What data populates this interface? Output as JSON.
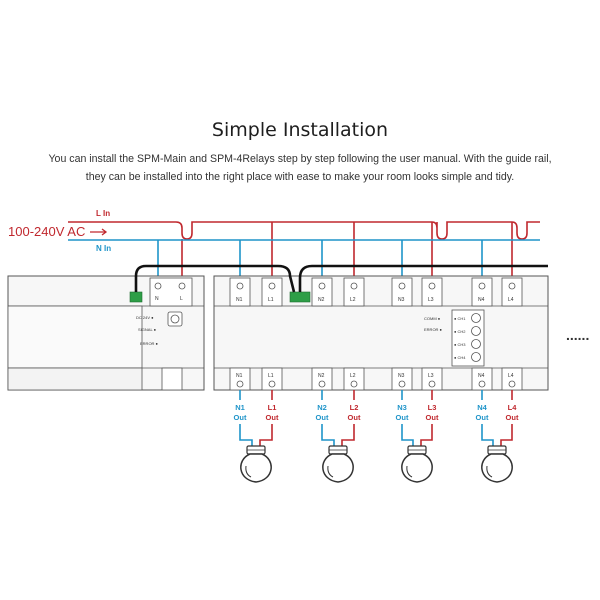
{
  "title": "Simple Installation",
  "description_line1": "You can install the SPM-Main and SPM-4Relays step by step following the user manual. With the guide rail,",
  "description_line2": "they can be installed into the right place with ease to make your room looks simple and tidy.",
  "supply": {
    "voltage": "100-240V AC",
    "live_label": "L In",
    "neutral_label": "N In"
  },
  "colors": {
    "live": "#c0282e",
    "neutral": "#1e94c9",
    "bus": "#111111",
    "device_stroke": "#555555",
    "device_fill": "#f7f7f7",
    "connector": "#2e9e47"
  },
  "main_module": {
    "terminals": [
      "N",
      "L"
    ],
    "indicators": [
      "DC 24V ●",
      "SIGNAL ●",
      "ERROR ●"
    ]
  },
  "relay_module": {
    "top_terminals": [
      "N1",
      "L1",
      "N2",
      "L2",
      "N3",
      "L3",
      "N4",
      "L4"
    ],
    "bottom_terminals": [
      "N1",
      "L1",
      "N2",
      "L2",
      "N3",
      "L3",
      "N4",
      "L4"
    ],
    "status_left": [
      "COMM ●",
      "ERROR ●"
    ],
    "relay_leds": [
      "● CH1",
      "● CH2",
      "● CH3",
      "● CH4"
    ]
  },
  "outputs": [
    {
      "n": "N1",
      "l": "L1",
      "suffix": "Out"
    },
    {
      "n": "N2",
      "l": "L2",
      "suffix": "Out"
    },
    {
      "n": "N3",
      "l": "L3",
      "suffix": "Out"
    },
    {
      "n": "N4",
      "l": "L4",
      "suffix": "Out"
    }
  ],
  "continuation": "......"
}
